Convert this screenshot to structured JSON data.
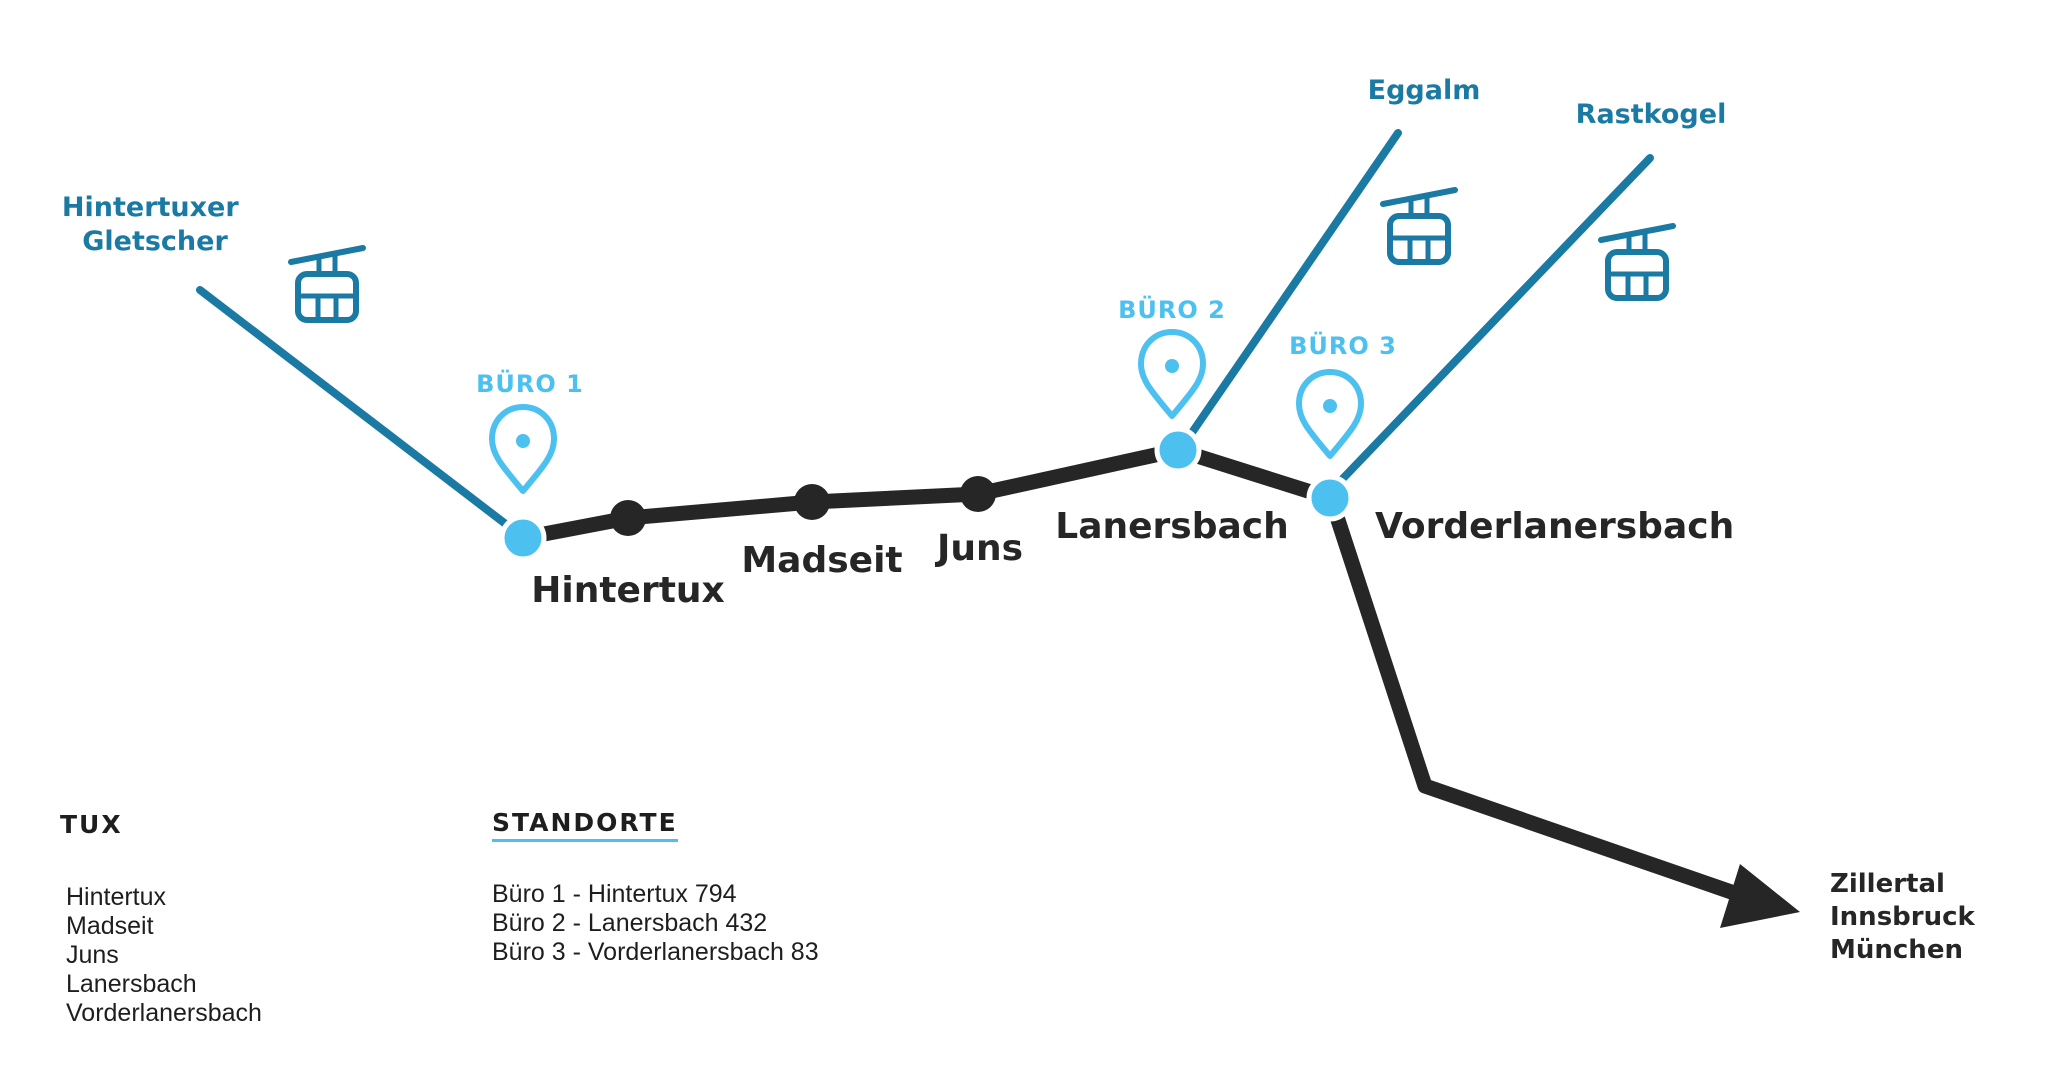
{
  "colors": {
    "road": "#262626",
    "lift": "#1a7aa3",
    "office": "#4cc0ef",
    "text": "#1e1e1e"
  },
  "lifts": [
    {
      "name_lines": [
        "Hintertuxer",
        "Gletscher"
      ],
      "icon": "cable-car-icon"
    },
    {
      "name_lines": [
        "Eggalm"
      ],
      "icon": "cable-car-icon"
    },
    {
      "name_lines": [
        "Rastkogel"
      ],
      "icon": "cable-car-icon"
    }
  ],
  "offices": [
    {
      "label": "BÜRO 1",
      "icon": "location-pin-icon"
    },
    {
      "label": "BÜRO 2",
      "icon": "location-pin-icon"
    },
    {
      "label": "BÜRO 3",
      "icon": "location-pin-icon"
    }
  ],
  "towns": [
    "Hintertux",
    "Madseit",
    "Juns",
    "Lanersbach",
    "Vorderlanersbach"
  ],
  "destination_lines": [
    "Zillertal",
    "Innsbruck",
    "München"
  ],
  "legend_tux": {
    "title": "TUX",
    "items": [
      "Hintertux",
      "Madseit",
      "Juns",
      "Lanersbach",
      "Vorderlanersbach"
    ]
  },
  "legend_standorte": {
    "title": "STANDORTE",
    "items": [
      {
        "office": "Büro 1 -",
        "address": "Hintertux 794"
      },
      {
        "office": "Büro 2 -",
        "address": "Lanersbach 432"
      },
      {
        "office": "Büro 3 -",
        "address": "Vorderlanersbach 83"
      }
    ]
  }
}
